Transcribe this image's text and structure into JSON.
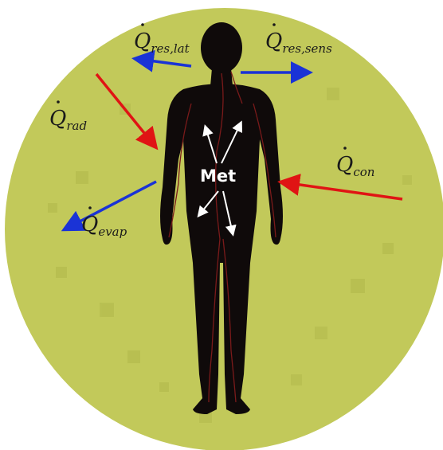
{
  "diagram": {
    "center_label": "Met",
    "flows": [
      {
        "id": "res-lat",
        "symbol": "Q",
        "subscript": "res,lat",
        "direction": "out",
        "color": "#1a33d6"
      },
      {
        "id": "res-sens",
        "symbol": "Q",
        "subscript": "res,sens",
        "direction": "out",
        "color": "#1a33d6"
      },
      {
        "id": "rad",
        "symbol": "Q",
        "subscript": "rad",
        "direction": "in",
        "color": "#e01414"
      },
      {
        "id": "con",
        "symbol": "Q",
        "subscript": "con",
        "direction": "in",
        "color": "#e01414"
      },
      {
        "id": "evap",
        "symbol": "Q",
        "subscript": "evap",
        "direction": "out",
        "color": "#1a33d6"
      }
    ],
    "colors": {
      "environment": "#c2c95a",
      "body": "#0f0a0a",
      "vessels": "#7a1a1a",
      "internal_arrows": "#ffffff"
    }
  }
}
